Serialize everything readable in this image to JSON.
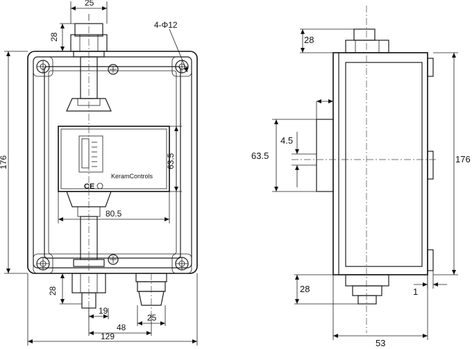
{
  "front_view": {
    "dim_top_width": "25",
    "dim_top_height": "28",
    "dim_hole_spec": "4-Φ12",
    "dim_overall_height": "176",
    "dim_label_height": "63.5",
    "dim_label_width": "80.5",
    "dim_bottom_height": "28",
    "dim_bottom_19": "19",
    "dim_gland_25": "25",
    "dim_48": "48",
    "dim_overall_width": "129",
    "label_brand": "KeramControls",
    "label_marks": "CE"
  },
  "side_view": {
    "dim_top_28": "28",
    "dim_4_5": "4.5",
    "dim_63_5": "63.5",
    "dim_176": "176",
    "dim_bottom_28": "28",
    "dim_1": "1",
    "dim_53": "53"
  }
}
